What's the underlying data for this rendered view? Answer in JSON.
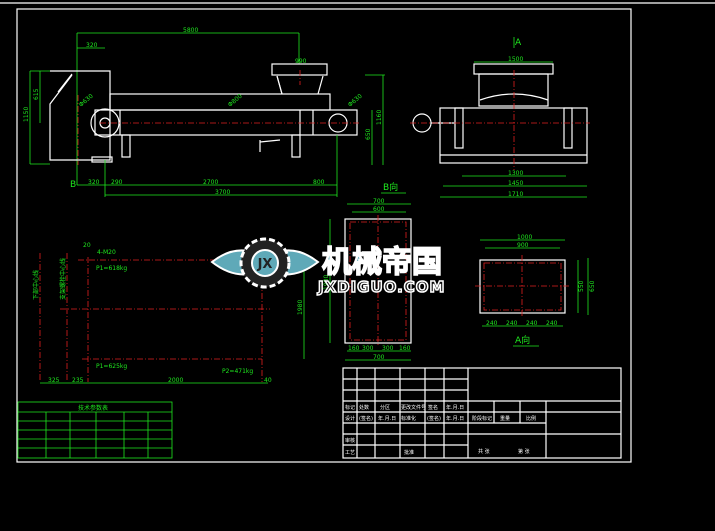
{
  "colors": {
    "background": "#000000",
    "geometry": "#ffffff",
    "dimensions": "#1ee81e",
    "centerlines": "#e02020",
    "watermark": "#5fa9b8"
  },
  "side_view": {
    "dims": {
      "overall_top": "5800",
      "left_top": "320",
      "hopper": "990",
      "height_left": "1150",
      "height_inner": "615",
      "diam_pulley": "Φ630",
      "diam_mid": "Φ800",
      "diam_right": "Φ630",
      "b_320": "320",
      "b_290": "290",
      "b_2700": "2700",
      "b_800": "800",
      "b_total": "3700",
      "right_h1": "1160",
      "right_h2": "650"
    },
    "marker_b": "B"
  },
  "front_view": {
    "marker_a": "A",
    "dims": {
      "top": "1500",
      "d1": "1300",
      "d2": "1450",
      "d3": "1710"
    }
  },
  "view_b": {
    "label": "B向",
    "dims": {
      "w1": "700",
      "w2": "600",
      "b1": "160",
      "b2": "300",
      "b3": "300",
      "b4": "160",
      "bottom": "700",
      "h": "1980"
    }
  },
  "view_a": {
    "label": "A向",
    "dims": {
      "w1": "1000",
      "w2": "900",
      "h1": "550",
      "h2": "650",
      "b1": "240",
      "b2": "240",
      "b3": "240",
      "b4": "240"
    }
  },
  "foundation": {
    "labels": {
      "left1": "下部中心线",
      "left2": "支架螺栓中心线",
      "p1_top": "P1=618kg",
      "p1_bottom": "P1=625kg",
      "p2": "P2=471kg",
      "bolt": "4-M20",
      "d20": "20",
      "h1980": "1980",
      "d325": "325",
      "d235": "235",
      "d2000": "2000",
      "d40": "40"
    }
  },
  "tech_table": {
    "title": "技术参数表"
  },
  "title_block": {
    "row_headers": [
      "标记",
      "处数",
      "分区",
      "更改文件号",
      "签名",
      "年.月.日"
    ],
    "row_design": [
      "设计",
      "(签名)",
      "年.月.日",
      "标准化",
      "(签名)",
      "年.月.日"
    ],
    "review": "审核",
    "process": "工艺",
    "approve": "批准",
    "stage": [
      "阶段标记",
      "重量",
      "比例"
    ],
    "sheets": [
      "共  张",
      "第  张"
    ]
  },
  "watermark": {
    "cn": "机械帝国",
    "en": "JXDIGUO.COM",
    "badge": "JX"
  }
}
